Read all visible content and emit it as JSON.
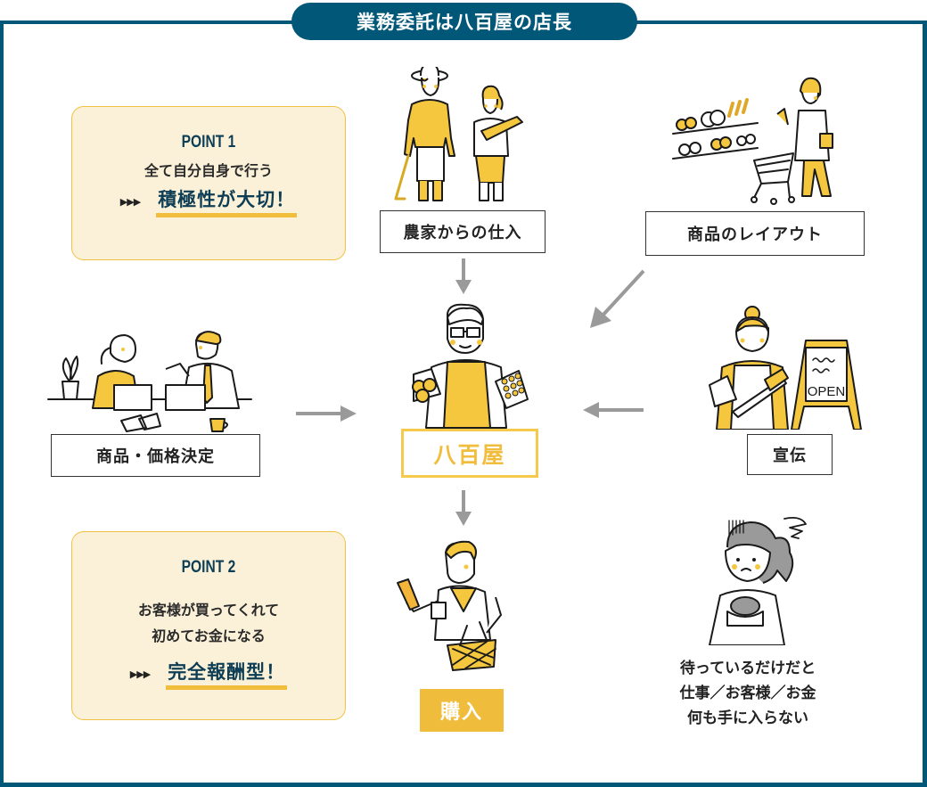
{
  "title": "業務委託は八百屋の店長",
  "colors": {
    "frame": "#005778",
    "accent_yellow": "#f0bc3b",
    "point_bg": "#fbf1d8",
    "emph_text": "#0d3e55",
    "arrow_gray": "#9a9a9a"
  },
  "points": [
    {
      "label": "POINT 1",
      "description": [
        "全て自分自身で行う"
      ],
      "bullet": "▶▶▶",
      "emphasis": "積極性が大切！"
    },
    {
      "label": "POINT 2",
      "description": [
        "お客様が買ってくれて",
        "初めてお金になる"
      ],
      "bullet": "▶▶▶",
      "emphasis": "完全報酬型！"
    }
  ],
  "flow": {
    "sources": [
      {
        "id": "farm",
        "label": "農家からの仕入",
        "illustration": "farmers-illustration"
      },
      {
        "id": "layout",
        "label": "商品のレイアウト",
        "illustration": "shopper-with-cart-illustration"
      },
      {
        "id": "price",
        "label": "商品・価格決定",
        "illustration": "business-meeting-illustration"
      },
      {
        "id": "ad",
        "label": "宣伝",
        "illustration": "open-sign-illustration",
        "sign_text": "OPEN"
      }
    ],
    "center": {
      "label": "八百屋",
      "illustration": "greengrocer-illustration"
    },
    "result": {
      "label": "購入",
      "illustration": "customer-with-basket-illustration"
    }
  },
  "waiting_note": {
    "illustration": "worried-woman-illustration",
    "lines": [
      "待っているだけだと",
      "仕事／お客様／お金",
      "何も手に入らない"
    ]
  }
}
